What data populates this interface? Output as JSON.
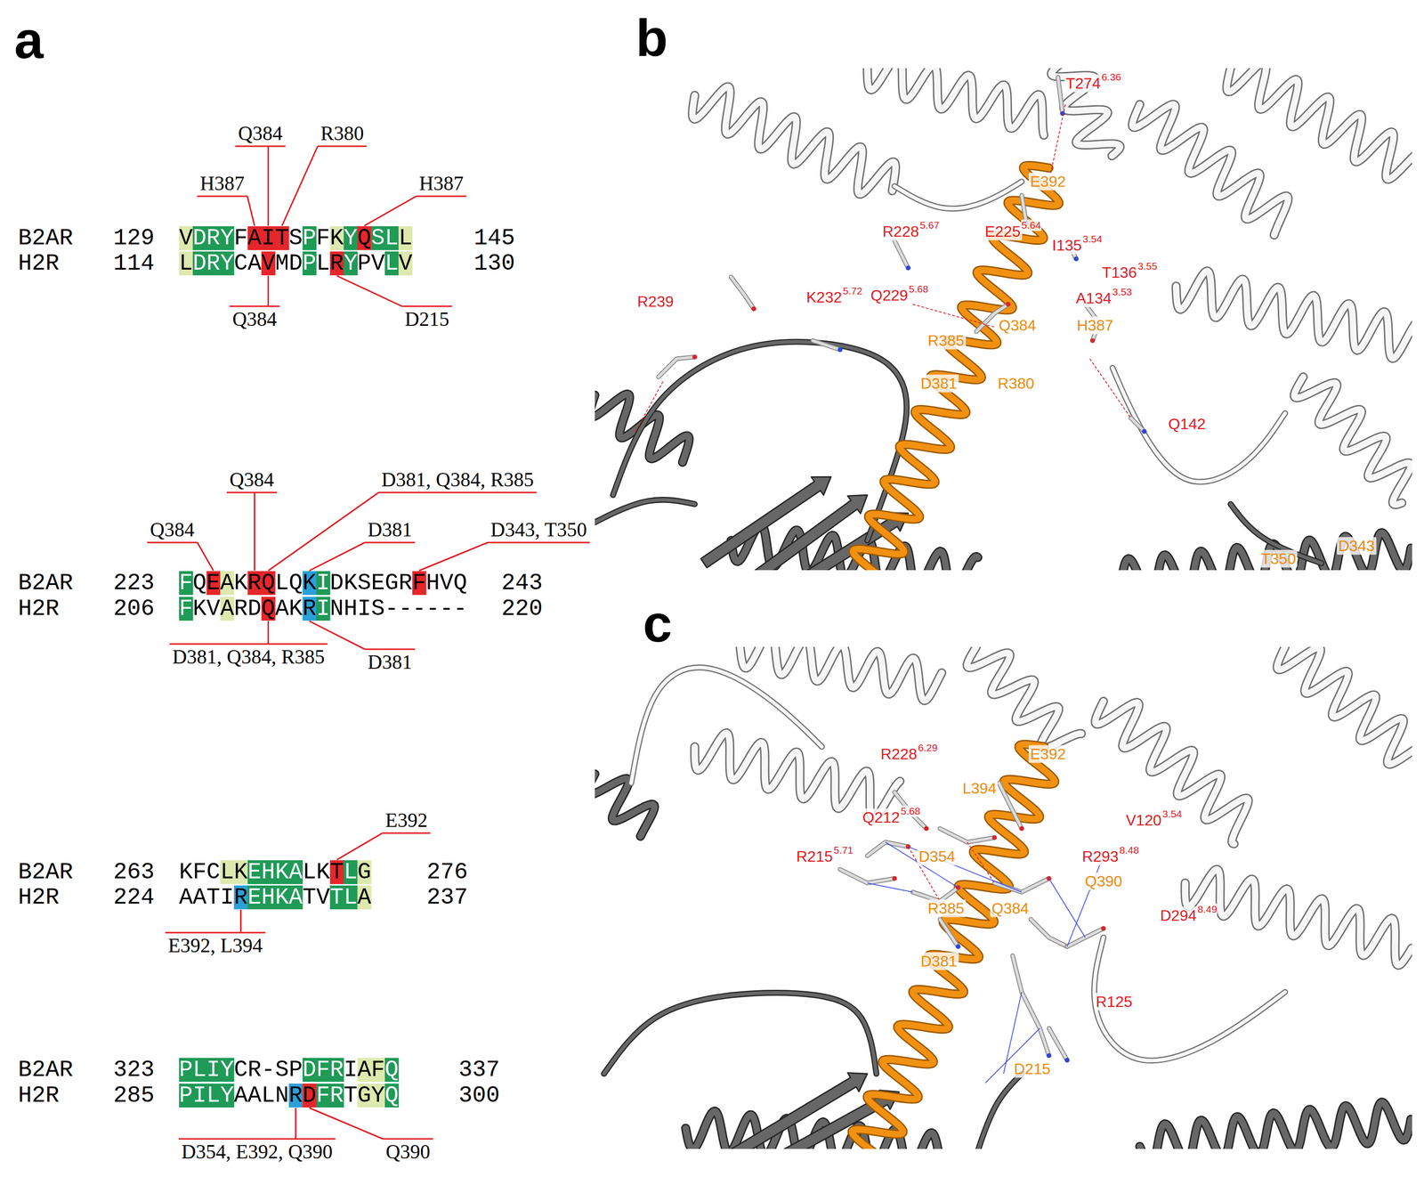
{
  "diagram": {
    "labels": [
      "a",
      "Q384",
      "R380",
      "H387",
      "H387",
      "B2AR",
      "129",
      "VDRYFAITSPFKYQSLL",
      "145",
      "H2R",
      "114",
      "LDRYCAVMDPLRYPVLV",
      "130",
      "Q384",
      "D215",
      "Q384",
      "D381, Q384, R385",
      "Q384",
      "D381",
      "D343, T350",
      "B2AR",
      "223",
      "FQEAKRQLQKIDKSEGRFHVQ",
      "243",
      "H2R",
      "206",
      "FKVARDQAKRINHIS------",
      "220",
      "D381, Q384, R385",
      "D381",
      "E392",
      "B2AR",
      "263",
      "KFCLKEHKALKTLG",
      "276",
      "H2R",
      "224",
      "AATIREHKATVTLA",
      "237",
      "E392, L394",
      "B2AR",
      "323",
      "PLIYCR-SPDFRIAFQ",
      "337",
      "H2R",
      "285",
      "PILYAALNRDFRTGYQ",
      "300",
      "D354, E392, Q390",
      "Q390",
      "b",
      "T274",
      "6.36",
      "E392",
      "R228",
      "5.67",
      "E225",
      "5.64",
      "I135",
      "3.54",
      "T136",
      "3.55",
      "Q229",
      "5.68",
      "K232",
      "5.72",
      "A134",
      "3.53",
      "R239",
      "Q384",
      "H387",
      "R385",
      "D381",
      "R380",
      "Q142",
      "T350",
      "D343",
      "c",
      "R228",
      "6.29",
      "E392",
      "L394",
      "Q212",
      "5.68",
      "V120",
      "3.54",
      "R215",
      "5.71",
      "D354",
      "R293",
      "8.48",
      "Q390",
      "R385",
      "Q384",
      "D294",
      "8.49",
      "D381",
      "R125",
      "D215"
    ]
  }
}
